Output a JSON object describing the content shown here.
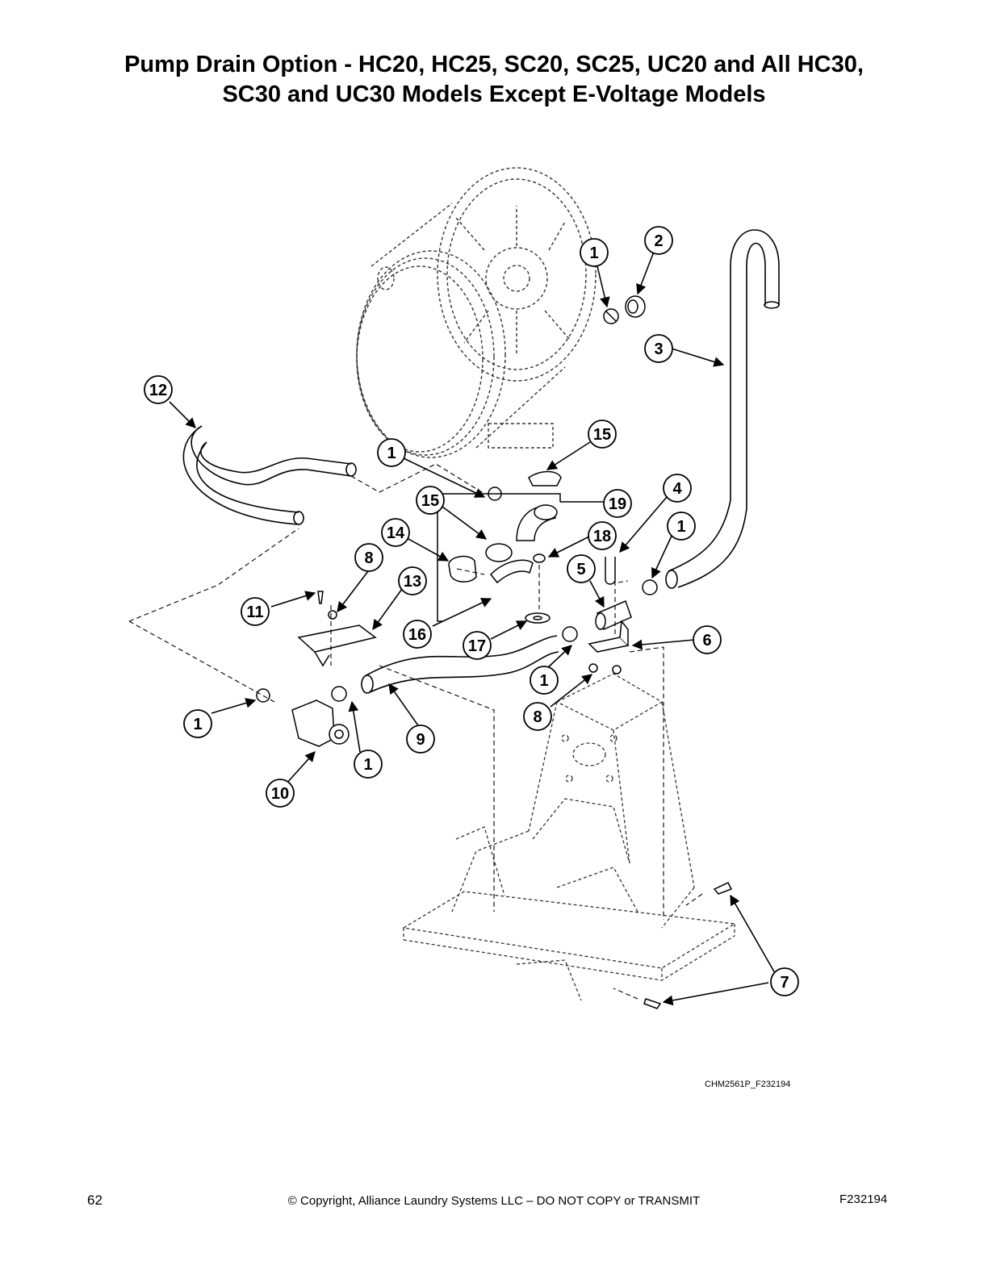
{
  "title": {
    "line1": "Pump Drain Option - HC20, HC25, SC20, SC25, UC20 and All HC30,",
    "line2": "SC30 and UC30 Models Except E-Voltage Models"
  },
  "callouts": [
    {
      "label": "1"
    },
    {
      "label": "2"
    },
    {
      "label": "3"
    },
    {
      "label": "12"
    },
    {
      "label": "15"
    },
    {
      "label": "1"
    },
    {
      "label": "19"
    },
    {
      "label": "4"
    },
    {
      "label": "15"
    },
    {
      "label": "1"
    },
    {
      "label": "14"
    },
    {
      "label": "18"
    },
    {
      "label": "8"
    },
    {
      "label": "13"
    },
    {
      "label": "5"
    },
    {
      "label": "11"
    },
    {
      "label": "16"
    },
    {
      "label": "17"
    },
    {
      "label": "6"
    },
    {
      "label": "1"
    },
    {
      "label": "8"
    },
    {
      "label": "1"
    },
    {
      "label": "9"
    },
    {
      "label": "1"
    },
    {
      "label": "10"
    },
    {
      "label": "7"
    }
  ],
  "figure_id": "CHM2561P_F232194",
  "footer": {
    "page_number": "62",
    "copyright": "© Copyright, Alliance Laundry Systems LLC – DO NOT COPY or TRANSMIT",
    "doc_code": "F232194"
  }
}
